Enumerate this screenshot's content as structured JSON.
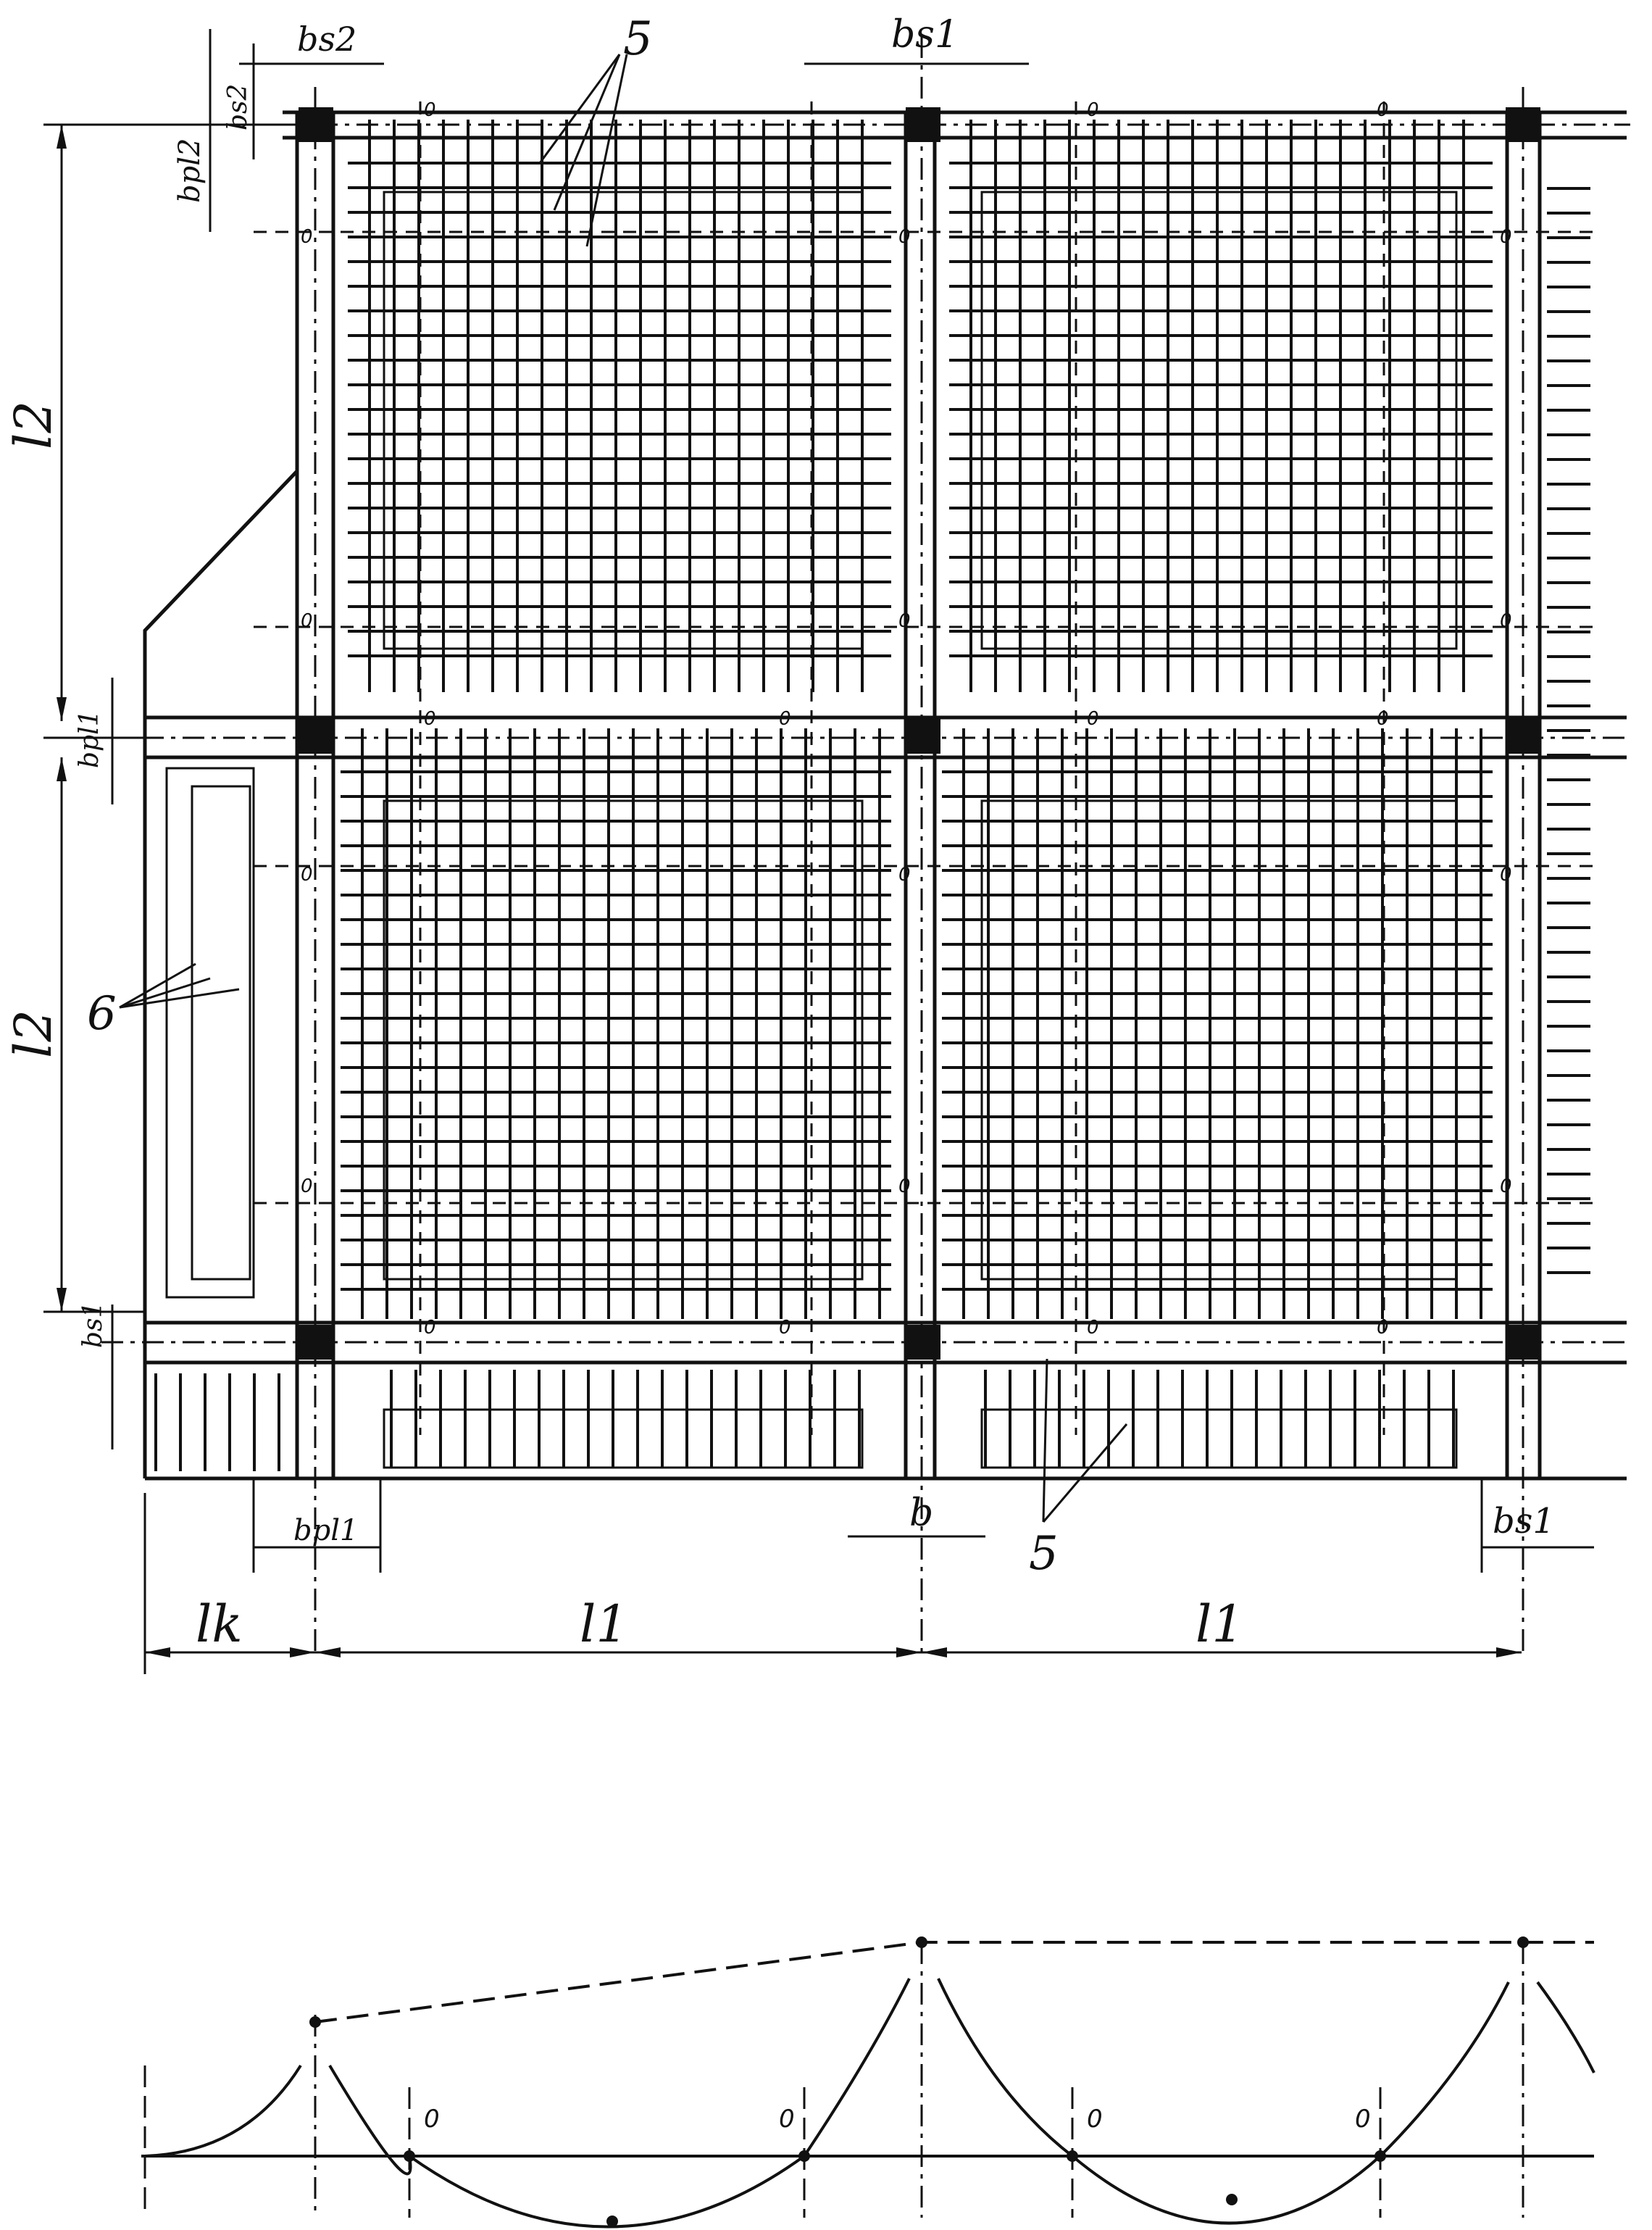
{
  "labels": {
    "bs2": "bs2",
    "bs1_top": "bs1",
    "bs2_left": "bs2",
    "bpl2": "bpl2",
    "l2_top": "l2",
    "bpl1_left": "bpl1",
    "l2_bottom": "l2",
    "bs1_left": "bs1",
    "bpl1_bottom": "bpl1",
    "b": "b",
    "bs1_bottom": "bs1",
    "lk": "lk",
    "l1_first": "l1",
    "l1_second": "l1"
  },
  "callouts": {
    "mark5_top": "5",
    "mark5_bottom": "5",
    "mark6": "6"
  },
  "zero_point": "0",
  "colors": {
    "line": "#111111",
    "background": "#ffffff"
  }
}
